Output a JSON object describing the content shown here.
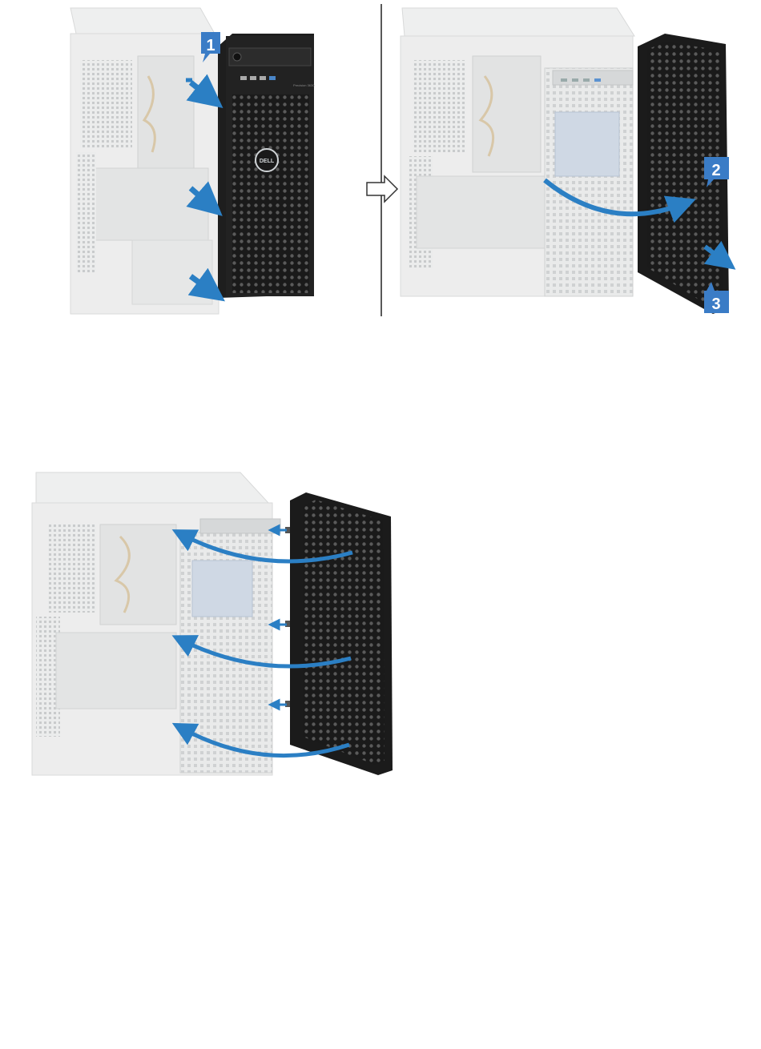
{
  "steps": {
    "step1": {
      "number": "1"
    },
    "step2": {
      "number": "2"
    },
    "step3": {
      "number": "3"
    }
  },
  "front_panel": {
    "logo_text": "DELL",
    "model_text": "Precision 3630"
  },
  "icons": {
    "next_step": "outline-right-arrow-icon",
    "motion": "curved-arrow-icon",
    "push": "straight-arrow-icon"
  },
  "colors": {
    "accent_blue": "#2b7fc4",
    "badge_blue": "#3a7cc6",
    "bezel": "#1c1c1c",
    "chassis": "#e7e8e8"
  }
}
